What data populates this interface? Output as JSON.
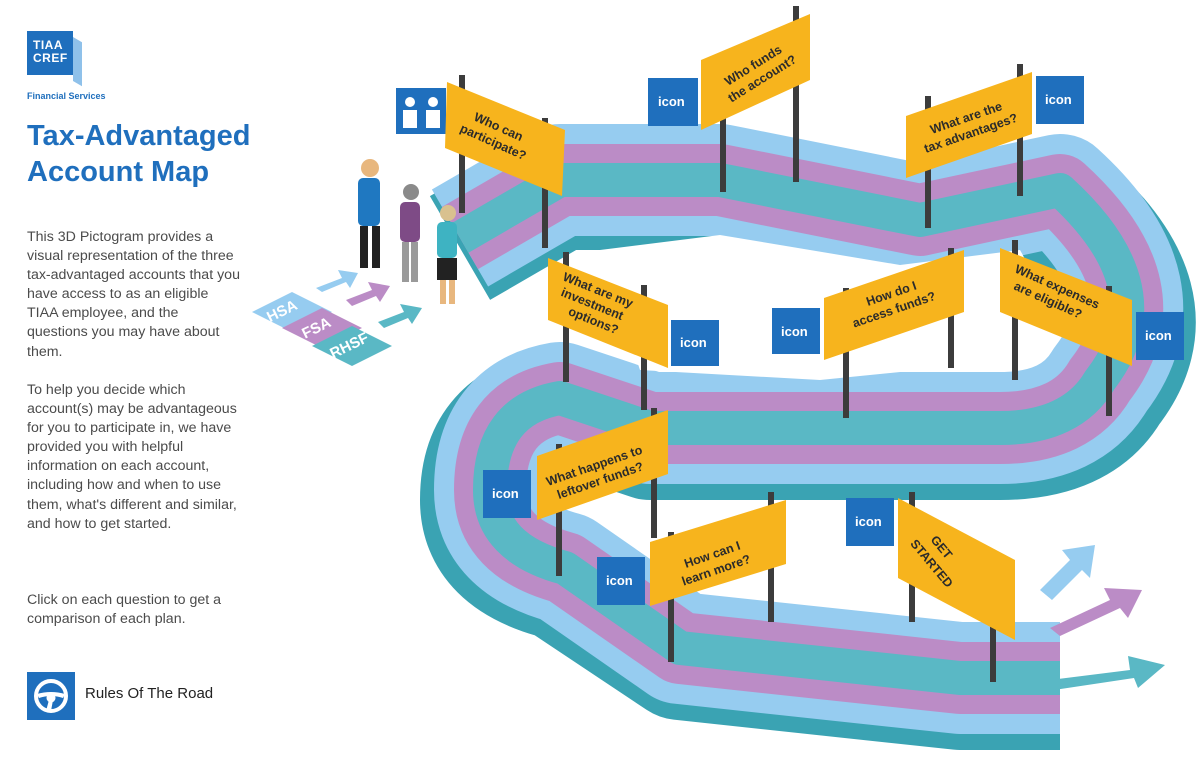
{
  "brand": {
    "logo_line1": "TIAA",
    "logo_line2": "CREF",
    "subtitle": "Financial Services"
  },
  "page": {
    "title_line1": "Tax-Advantaged",
    "title_line2": "Account Map",
    "paragraph1": "This 3D Pictogram provides a visual representation of the three tax-advantaged accounts that you have access to as an eligible TIAA employee, and the questions you may have about them.",
    "paragraph2": "To help you decide which account(s) may be advantageous for you to participate in, we have provided you with helpful information on each account, including how and when to use them, what's different and similar, and how to get started.",
    "paragraph3": "Click on each question to get a comparison of each plan."
  },
  "footer": {
    "rules_label": "Rules Of The Road"
  },
  "accounts": [
    "HSA",
    "FSA",
    "RHSF"
  ],
  "signs": [
    {
      "line1": "Who can",
      "line2": "participate?"
    },
    {
      "line1": "Who funds",
      "line2": "the account?"
    },
    {
      "line1": "What are the",
      "line2": "tax advantages?"
    },
    {
      "line1": "What are my",
      "line2": "investment",
      "line3": "options?"
    },
    {
      "line1": "How do I",
      "line2": "access funds?"
    },
    {
      "line1": "What expenses",
      "line2": "are eligible?"
    },
    {
      "line1": "What happens to",
      "line2": "leftover funds?"
    },
    {
      "line1": "How can I",
      "line2": "learn more?"
    },
    {
      "line1": "GET",
      "line2": "STARTED"
    }
  ],
  "icon_label": "icon",
  "colors": {
    "brand_blue": "#1f6fbd",
    "sign_yellow": "#f7b41d",
    "lane_light_blue": "#96ccf0",
    "lane_purple": "#bb8cc6",
    "lane_teal": "#5ab8c5",
    "road_edge": "#3aa3b3",
    "post": "#3c3c3c"
  }
}
